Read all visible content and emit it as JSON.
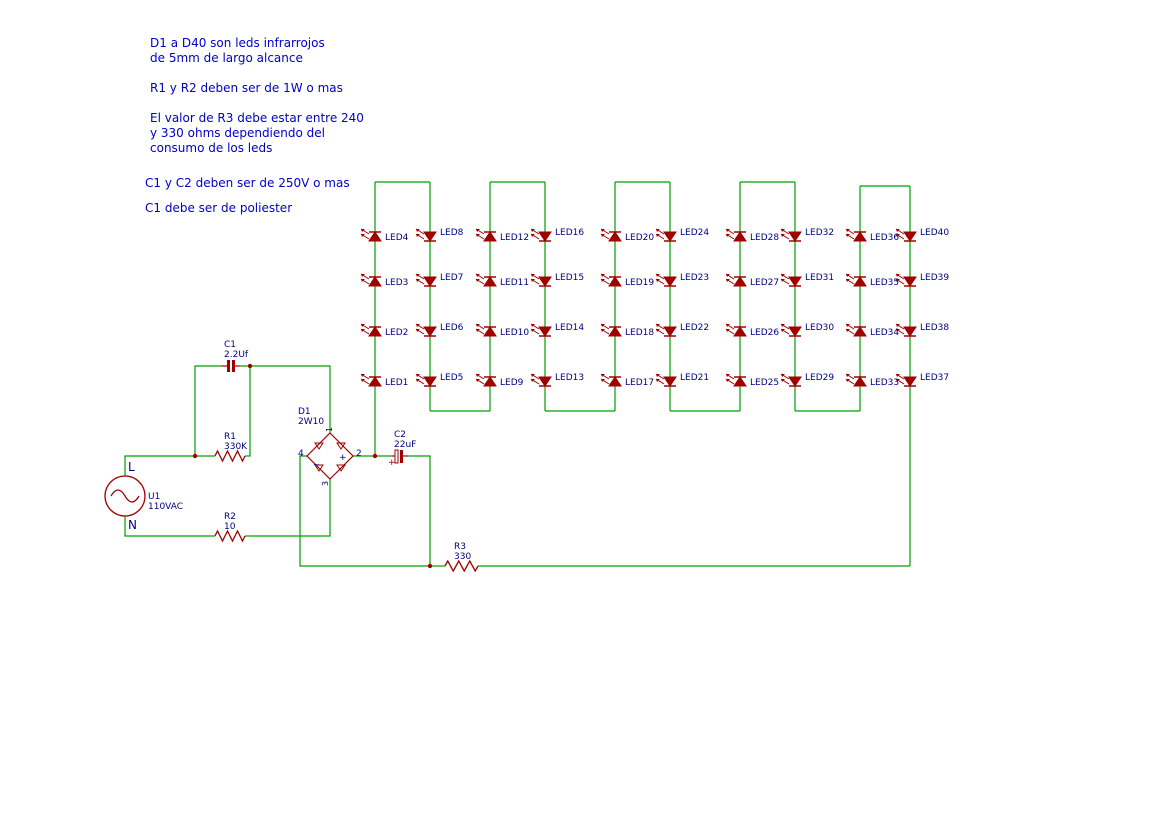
{
  "notes": [
    "D1 a D40 son leds infrarrojos\nde 5mm de largo alcance",
    "R1 y R2 deben ser de 1W o mas",
    "El valor de R3 debe estar entre 240\ny 330 ohms dependiendo del\nconsumo de los leds",
    "C1 y C2 deben ser de 250V o mas",
    "C1 debe ser de poliester"
  ],
  "components": {
    "c1": {
      "ref": "C1",
      "value": "2.2Uf"
    },
    "r1": {
      "ref": "R1",
      "value": "330K"
    },
    "r2": {
      "ref": "R2",
      "value": "10"
    },
    "r3": {
      "ref": "R3",
      "value": "330"
    },
    "c2": {
      "ref": "C2",
      "value": "22uF"
    },
    "d1": {
      "ref": "D1",
      "value": "2W10",
      "pins": [
        "1",
        "2",
        "3",
        "4"
      ]
    },
    "u1": {
      "ref": "U1",
      "value": "110VAC",
      "line": "L",
      "neutral": "N"
    }
  },
  "leds": {
    "columns": [
      [
        "LED4",
        "LED3",
        "LED2",
        "LED1"
      ],
      [
        "LED8",
        "LED7",
        "LED6",
        "LED5"
      ],
      [
        "LED12",
        "LED11",
        "LED10",
        "LED9"
      ],
      [
        "LED16",
        "LED15",
        "LED14",
        "LED13"
      ],
      [
        "LED20",
        "LED19",
        "LED18",
        "LED17"
      ],
      [
        "LED24",
        "LED23",
        "LED22",
        "LED21"
      ],
      [
        "LED28",
        "LED27",
        "LED26",
        "LED25"
      ],
      [
        "LED32",
        "LED31",
        "LED30",
        "LED29"
      ],
      [
        "LED36",
        "LED35",
        "LED34",
        "LED33"
      ],
      [
        "LED40",
        "LED39",
        "LED38",
        "LED37"
      ]
    ],
    "directions": [
      "up",
      "down",
      "up",
      "down",
      "up",
      "down",
      "up",
      "down",
      "up",
      "down"
    ]
  },
  "colors": {
    "wire": "#00a000",
    "component": "#a00000",
    "label": "#000080",
    "note": "#0000c8"
  }
}
